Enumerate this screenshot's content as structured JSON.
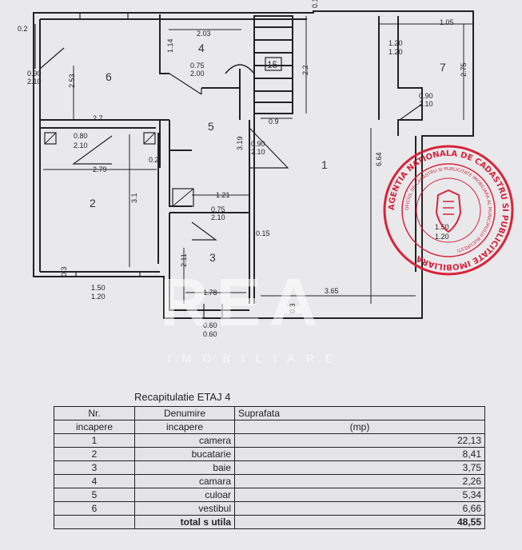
{
  "floor_plan": {
    "rooms": [
      "1",
      "2",
      "3",
      "4",
      "5",
      "6",
      "7",
      "15"
    ],
    "dimensions": {
      "d_0_2_left": "0.2",
      "d_2_03": "2.03",
      "d_1_05": "1.05",
      "d_0_1": "0.1",
      "d_1_14": "1.14",
      "d_0_75a": "0.75",
      "d_2_00": "2.00",
      "d_0_90a": "0.90",
      "d_2_10a": "2.10",
      "d_2_53": "2.53",
      "d_2_2": "2.2",
      "d_1_20a": "1.20",
      "d_1_20b": "1.20",
      "d_2_75": "2.75",
      "d_0_90b": "0.90",
      "d_2_10b": "2.10",
      "d_2_7": "2.7",
      "d_0_9": "0.9",
      "d_0_80": "0.80",
      "d_2_10c": "2.10",
      "d_3_19": "3.19",
      "d_0_90c": "0.90",
      "d_2_10d": "2.10",
      "d_6_64": "6.64",
      "d_2_79": "2.79",
      "d_0_2_mid": "0.2",
      "d_1_21": "1.21",
      "d_3_1": "3.1",
      "d_0_75b": "0.75",
      "d_2_10e": "2.10",
      "d_0_15": "0.15",
      "d_1_50b": "1.50",
      "d_1_20c": "1.20",
      "d_2_11": "2.11",
      "d_0_3a": "0.3",
      "d_1_50a": "1.50",
      "d_1_20d": "1.20",
      "d_1_78": "1.78",
      "d_3_65": "3.65",
      "d_0_3b": "0.3",
      "d_0_60a": "0.60",
      "d_0_60b": "0.60"
    }
  },
  "watermark": {
    "big": "REA",
    "small": "IMOBILIARE"
  },
  "stamp": {
    "outer_text": "AGENTIA NATIONALA DE CADASTRU SI PUBLICITATE IMOBILIARA",
    "inner_text": "OFICIUL DE CADASTRU SI PUBLICITATE IMOBILIARA AL MUNICIPIULUI BUCURESTI",
    "color": "#d8233a"
  },
  "recap": {
    "title": "Recapitulatie ETAJ 4",
    "header1": [
      "Nr.",
      "Denumire",
      "Suprafata"
    ],
    "header2": [
      "incapere",
      "incapere",
      "(mp)"
    ],
    "rows": [
      {
        "nr": "1",
        "name": "camera",
        "area": "22,13"
      },
      {
        "nr": "2",
        "name": "bucatarie",
        "area": "8,41"
      },
      {
        "nr": "3",
        "name": "baie",
        "area": "3,75"
      },
      {
        "nr": "4",
        "name": "camara",
        "area": "2,26"
      },
      {
        "nr": "5",
        "name": "culoar",
        "area": "5,34"
      },
      {
        "nr": "6",
        "name": "vestibul",
        "area": "6,66"
      }
    ],
    "total": {
      "label": "total s utila",
      "value": "48,55"
    }
  }
}
